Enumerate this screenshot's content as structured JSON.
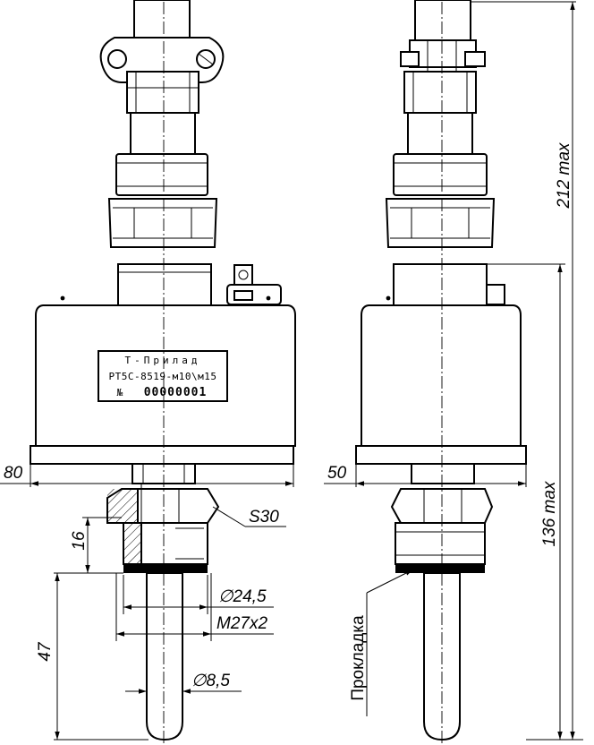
{
  "dimensions": {
    "height_total": "212 max",
    "height_lower": "136 max",
    "width_front": "80",
    "width_side": "50",
    "wrench": "S30",
    "thread_height": "16",
    "probe_length": "47",
    "diameter_seal": "∅24,5",
    "thread": "M27x2",
    "diameter_probe": "∅8,5"
  },
  "labels": {
    "gasket": "Прокладка"
  },
  "plate": {
    "maker": "Т-Прилад",
    "model": "РТ5С-8519-м10\\м15",
    "serial_label": "№",
    "serial": "00000001"
  }
}
